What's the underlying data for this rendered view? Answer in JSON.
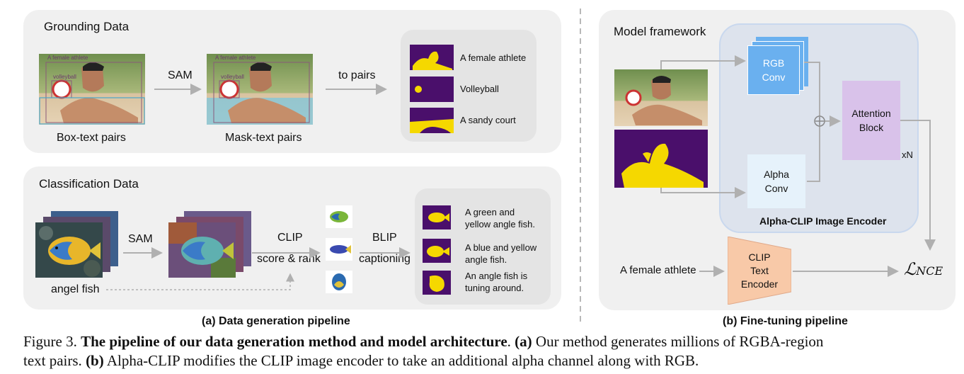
{
  "left": {
    "grounding": {
      "title": "Grounding Data",
      "box_caption": "Box-text pairs",
      "mask_caption": "Mask-text pairs",
      "sam": "SAM",
      "to_pairs": "to pairs",
      "photo_tags": [
        "A female athlete",
        "volleyball"
      ],
      "pairs": [
        "A female athlete",
        "Volleyball",
        "A sandy court"
      ]
    },
    "classification": {
      "title": "Classification Data",
      "label": "angel fish",
      "sam": "SAM",
      "clip_line1": "CLIP",
      "clip_line2": "score & rank",
      "blip_line1": "BLIP",
      "blip_line2": "captioning",
      "captions": [
        [
          "A green and",
          "yellow angle fish."
        ],
        [
          "A blue and yellow",
          "angle fish."
        ],
        [
          "An angle fish is",
          "tuning around."
        ]
      ]
    },
    "subtitle": "(a) Data generation pipeline"
  },
  "right": {
    "title": "Model framework",
    "rgb_conv": [
      "RGB",
      "Conv"
    ],
    "alpha_conv": [
      "Alpha",
      "Conv"
    ],
    "attention": [
      "Attention",
      "Block"
    ],
    "repeat": "xN",
    "encoder_label": "Alpha-CLIP Image Encoder",
    "text_input": "A female athlete",
    "text_encoder": [
      "CLIP",
      "Text",
      "Encoder"
    ],
    "loss": "ℒ",
    "loss_sub": "NCE",
    "subtitle": "(b) Fine-tuning pipeline"
  },
  "caption": {
    "prefix": "Figure 3.",
    "bold_title": "The pipeline of our data generation method and model architecture",
    "a_tag": "(a)",
    "a_text": "Our method generates millions of RGBA-region",
    "line2_start": "text pairs.",
    "b_tag": "(b)",
    "b_text": "Alpha-CLIP modifies the CLIP image encoder to take an additional alpha channel along with RGB."
  },
  "colors": {
    "mask_bg": "#4a0f6b",
    "mask_fg": "#f5d800",
    "rgb_conv": "#6ab0ef",
    "alpha_conv": "#e6f2fb",
    "attention": "#d9c2ea",
    "text_encoder": "#f8c9a8",
    "encoder_bg": "#dce4f0"
  }
}
